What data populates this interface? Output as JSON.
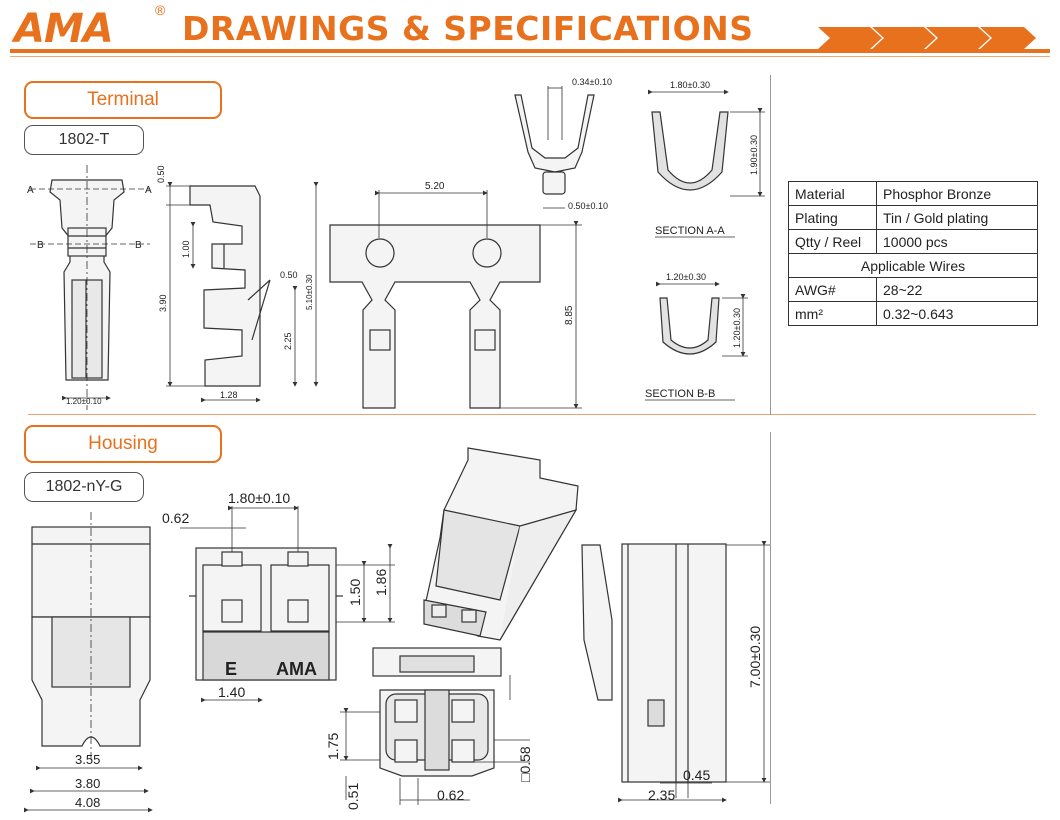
{
  "header": {
    "logo": "AMA",
    "registered": "®",
    "title": "DRAWINGS & SPECIFICATIONS",
    "colors": {
      "accent": "#e8711e"
    }
  },
  "terminal": {
    "section_label": "Terminal",
    "part_number": "1802-T",
    "section_aa": "SECTION A-A",
    "section_bb": "SECTION B-B",
    "cut_a": "A",
    "cut_b": "B",
    "dims": {
      "w_bottom": "1.20±0.10",
      "top_050": "0.50",
      "d_100": "1.00",
      "d_390": "3.90",
      "d_050b": "0.50",
      "d_510": "5.10±0.30",
      "d_225": "2.25",
      "d_128": "1.28",
      "pitch": "5.20",
      "d_885": "8.85",
      "top_034": "0.34±0.10",
      "bot_050": "0.50±0.10",
      "aa_w": "1.80±0.30",
      "aa_h": "1.90±0.30",
      "bb_w": "1.20±0.30",
      "bb_h": "1.20±0.30"
    }
  },
  "spec_table": {
    "rows": [
      {
        "label": "Material",
        "value": "Phosphor Bronze"
      },
      {
        "label": "Plating",
        "value": "Tin / Gold plating"
      },
      {
        "label": "Qtty / Reel",
        "value": "10000 pcs"
      }
    ],
    "wires_header": "Applicable Wires",
    "wire_rows": [
      {
        "label": "AWG#",
        "value": "28~22"
      },
      {
        "label": "mm²",
        "value": "0.32~0.643"
      }
    ]
  },
  "housing": {
    "section_label": "Housing",
    "part_number": "1802-nY-G",
    "marking_e": "E",
    "marking_ama": "AMA",
    "dims": {
      "d_355": "3.55",
      "d_380": "3.80",
      "d_408": "4.08",
      "d_062a": "0.62",
      "d_180": "1.80±0.10",
      "d_150": "1.50",
      "d_186": "1.86",
      "d_140": "1.40",
      "d_175": "1.75",
      "d_051": "0.51",
      "d_062b": "0.62",
      "d_058": "□0.58",
      "d_700": "7.00±0.30",
      "d_045": "0.45",
      "d_235": "2.35"
    }
  }
}
